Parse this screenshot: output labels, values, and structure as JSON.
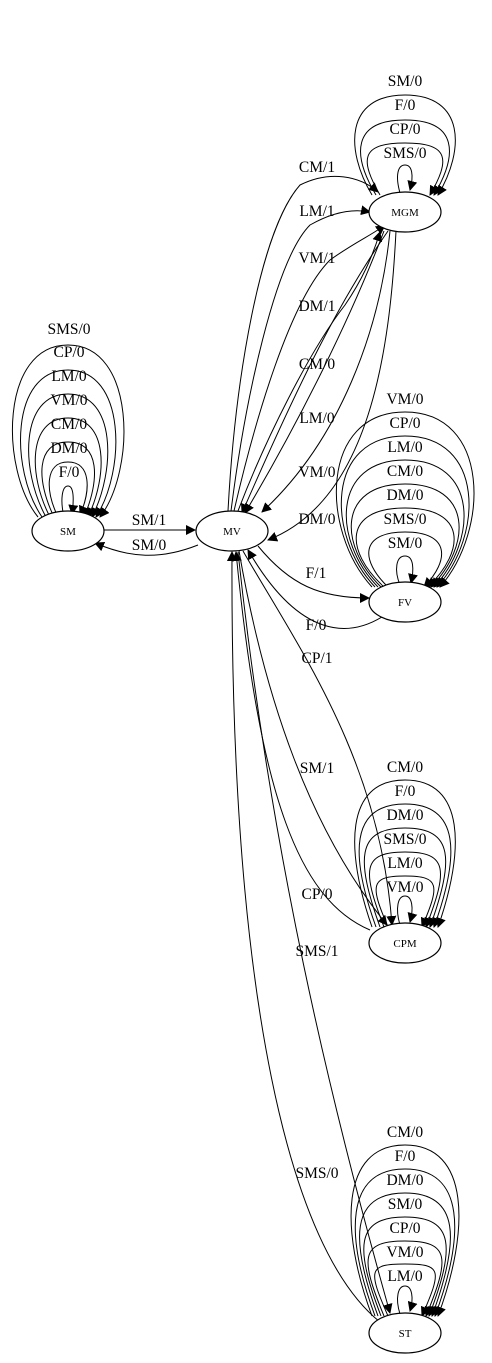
{
  "nodes": {
    "SM": "SM",
    "MV": "MV",
    "MGM": "MGM",
    "FV": "FV",
    "CPM": "CPM",
    "ST": "ST"
  },
  "edge_labels": {
    "sm_mv": "SM/1",
    "mv_sm": "SM/0",
    "sm_loops": [
      "SMS/0",
      "CP/0",
      "LM/0",
      "VM/0",
      "CM/0",
      "DM/0",
      "F/0"
    ],
    "mv_mgm": [
      "CM/1",
      "LM/1",
      "VM/1",
      "DM/1"
    ],
    "mgm_mv": [
      "CM/0",
      "LM/0",
      "VM/0",
      "DM/0"
    ],
    "mgm_loops": [
      "SM/0",
      "F/0",
      "CP/0",
      "SMS/0"
    ],
    "mv_fv": "F/1",
    "fv_mv": "F/0",
    "fv_loops": [
      "VM/0",
      "CP/0",
      "LM/0",
      "CM/0",
      "DM/0",
      "SMS/0",
      "SM/0"
    ],
    "mv_cpm": [
      "CP/1",
      "SM/1"
    ],
    "cpm_mv": "CP/0",
    "cpm_loops": [
      "CM/0",
      "F/0",
      "DM/0",
      "SMS/0",
      "LM/0",
      "VM/0"
    ],
    "mv_st": "SMS/1",
    "st_mv": "SMS/0",
    "st_loops": [
      "CM/0",
      "F/0",
      "DM/0",
      "SM/0",
      "CP/0",
      "VM/0",
      "LM/0"
    ]
  }
}
